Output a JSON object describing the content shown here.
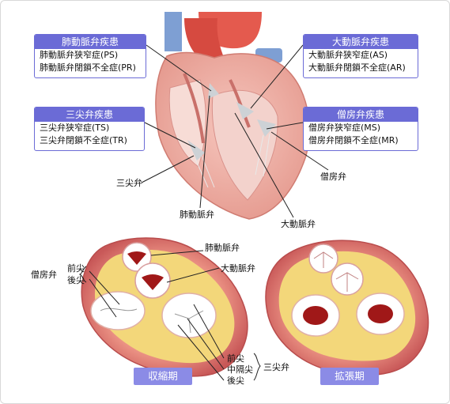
{
  "boxes": {
    "pulmonary": {
      "title": "肺動脈弁疾患",
      "lines": [
        "肺動脈弁狭窄症(PS)",
        "肺動脈弁閉鎖不全症(PR)"
      ]
    },
    "aortic": {
      "title": "大動脈弁疾患",
      "lines": [
        "大動脈弁狭窄症(AS)",
        "大動脈弁閉鎖不全症(AR)"
      ]
    },
    "tricuspid": {
      "title": "三尖弁疾患",
      "lines": [
        "三尖弁狭窄症(TS)",
        "三尖弁閉鎖不全症(TR)"
      ]
    },
    "mitral": {
      "title": "僧房弁疾患",
      "lines": [
        "僧房弁狭窄症(MS)",
        "僧房弁閉鎖不全症(MR)"
      ]
    }
  },
  "heart_labels": {
    "tricuspid_valve": "三尖弁",
    "pulmonary_valve": "肺動脈弁",
    "aortic_valve": "大動脈弁",
    "mitral_valve": "僧房弁"
  },
  "cross_section_labels": {
    "pulmonary_valve": "肺動脈弁",
    "aortic_valve": "大動脈弁",
    "mitral_valve": "僧房弁",
    "anterior_cusp": "前尖",
    "posterior_cusp": "後尖",
    "tri_anterior": "前尖",
    "tri_septal": "中隔尖",
    "tri_posterior": "後尖",
    "tricuspid_valve": "三尖弁"
  },
  "phases": {
    "systole": "収縮期",
    "diastole": "拡張期"
  },
  "colors": {
    "box_accent": "#6b6bd6",
    "phase_badge": "#8b8be6",
    "myocardium": "#e07a7a",
    "vessel_blue": "#7e9fd3",
    "fat_yellow": "#f3d77a"
  }
}
